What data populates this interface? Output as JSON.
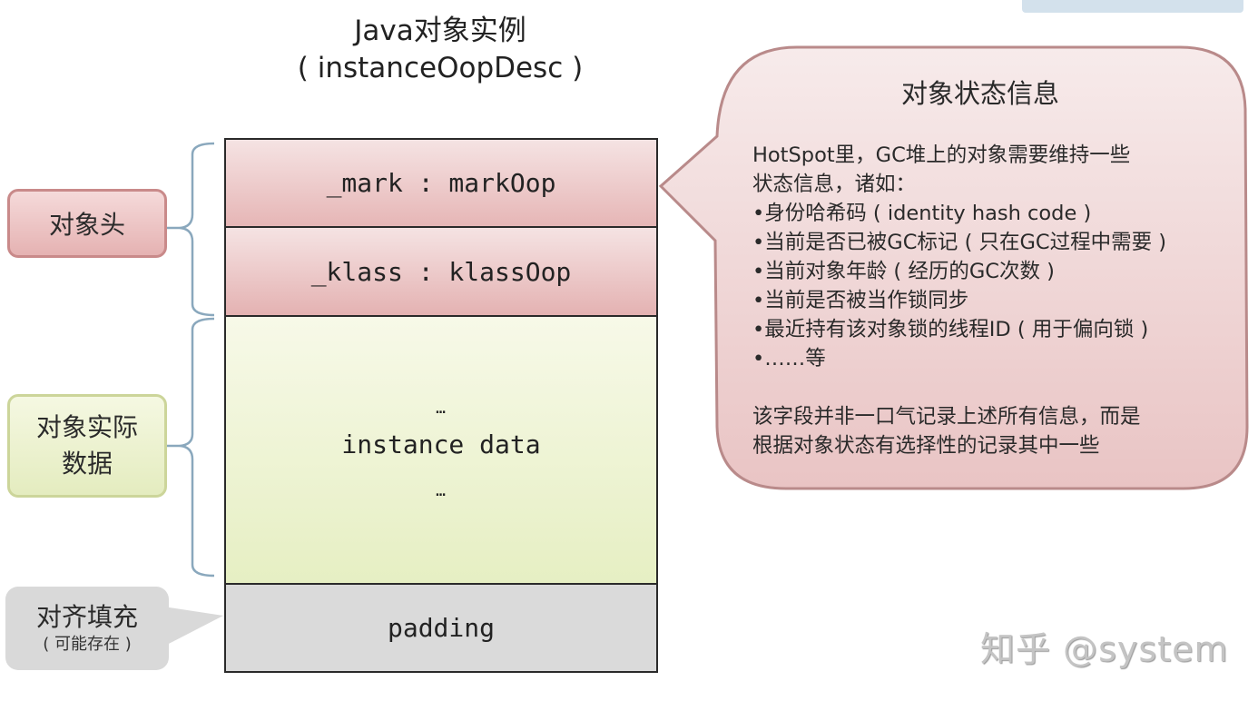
{
  "diagram": {
    "title": {
      "line1": "Java对象实例",
      "line2": "( instanceOopDesc )"
    },
    "layout_cells": {
      "mark": "_mark : markOop",
      "klass": "_klass : klassOop",
      "data_dots_top": "…",
      "data": "instance data",
      "data_dots_bottom": "…",
      "padding": "padding"
    },
    "labels": {
      "header": "对象头",
      "instance_data_line1": "对象实际",
      "instance_data_line2": "数据",
      "padding_main": "对齐填充",
      "padding_sub": "( 可能存在 )"
    },
    "callout": {
      "title": "对象状态信息",
      "intro_line1": "HotSpot里，GC堆上的对象需要维持一些",
      "intro_line2": "状态信息，诸如：",
      "bullets": [
        "•身份哈希码 ( identity hash code )",
        "•当前是否已被GC标记 ( 只在GC过程中需要 )",
        "•当前对象年龄 ( 经历的GC次数 )",
        "•当前是否被当作锁同步",
        "•最近持有该对象锁的线程ID ( 用于偏向锁 )",
        "•……等"
      ],
      "outro_line1": "该字段并非一口气记录上述所有信息，而是",
      "outro_line2": "根据对象状态有选择性的记录其中一些"
    },
    "watermark": "知乎 @system",
    "colors": {
      "header_fill": "#e6b6b6",
      "header_border": "#c98a8a",
      "data_fill": "#e6efc3",
      "data_border": "#ccd59a",
      "padding_fill": "#dadada",
      "callout_fill": "#f1d9d9",
      "callout_border": "#b98a8a",
      "brace_color": "#8aa8bd"
    }
  }
}
